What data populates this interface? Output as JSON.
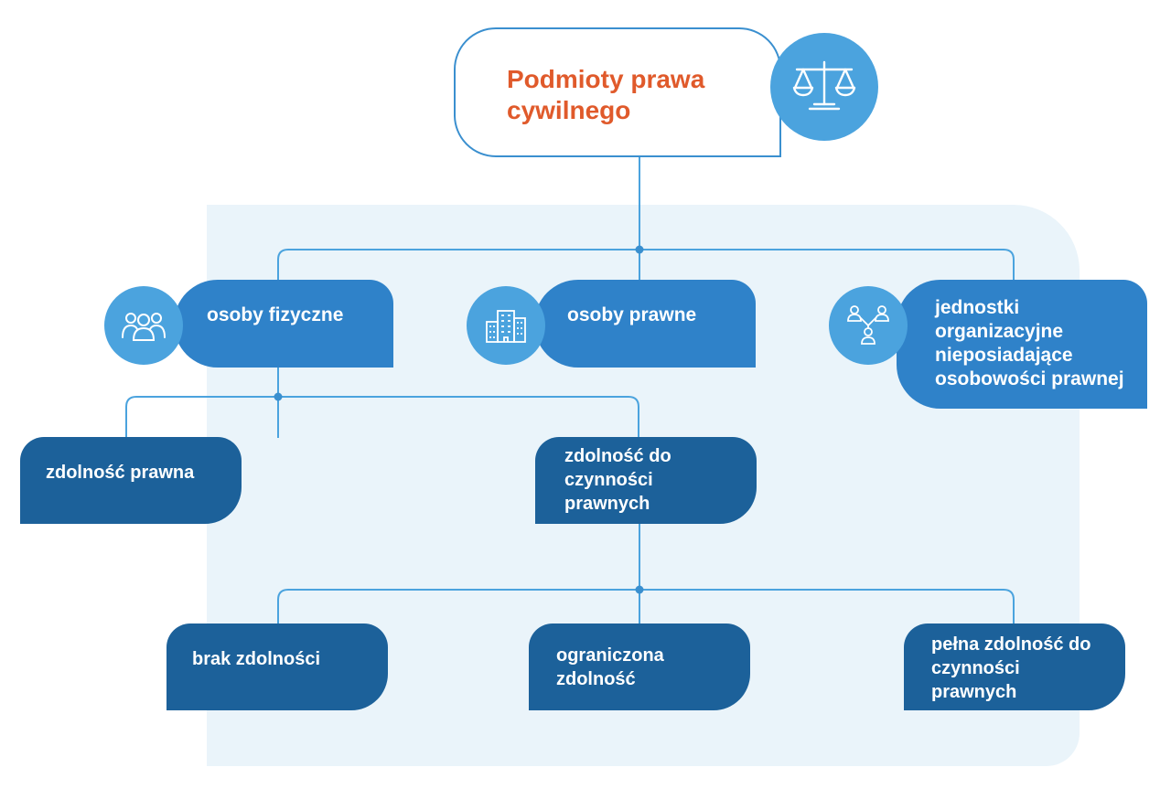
{
  "root": {
    "title": "Podmioty prawa cywilnego",
    "icon": "scales-of-justice-icon"
  },
  "categories": [
    {
      "label": "osoby fizyczne",
      "icon": "people-group-icon"
    },
    {
      "label": "osoby prawne",
      "icon": "office-buildings-icon"
    },
    {
      "label": "jednostki organizacyjne nieposiadające osobowości prawnej",
      "icon": "connected-persons-icon"
    }
  ],
  "capacities": [
    {
      "label": "zdolność prawna"
    },
    {
      "label": "zdolność do czynności prawnych"
    }
  ],
  "levels": [
    {
      "label": "brak zdolności"
    },
    {
      "label": "ograniczona zdolność"
    },
    {
      "label": "pełna zdolność do czynności prawnych"
    }
  ],
  "colors": {
    "title": "#e05a2b",
    "category_box": "#2f82c9",
    "sub_box": "#1c619a",
    "icon_circle": "#4ba3de",
    "icon_circle_dark": "#3a8fcf",
    "connector": "#4ba3de",
    "panel": "#eaf4fa"
  }
}
